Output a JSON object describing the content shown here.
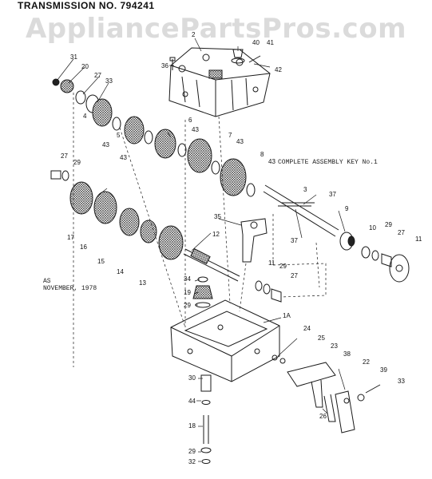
{
  "header": {
    "title": "TRANSMISSION NO. 794241"
  },
  "watermark": {
    "text": "AppliancePartsPros.com"
  },
  "notes": {
    "assembly": "COMPLETE ASSEMBLY KEY No.1",
    "date_line1": "AS",
    "date_line2": "NOVEMBER, 1978"
  },
  "callouts": [
    {
      "id": "c31",
      "text": "31"
    },
    {
      "id": "c20",
      "text": "20"
    },
    {
      "id": "c27a",
      "text": "27"
    },
    {
      "id": "c33a",
      "text": "33"
    },
    {
      "id": "c4",
      "text": "4"
    },
    {
      "id": "c43a",
      "text": "43"
    },
    {
      "id": "c5",
      "text": "5"
    },
    {
      "id": "c43b",
      "text": "43"
    },
    {
      "id": "c36",
      "text": "36"
    },
    {
      "id": "c2",
      "text": "2"
    },
    {
      "id": "c40",
      "text": "40"
    },
    {
      "id": "c41",
      "text": "41"
    },
    {
      "id": "c42",
      "text": "42"
    },
    {
      "id": "c6",
      "text": "6"
    },
    {
      "id": "c43c",
      "text": "43"
    },
    {
      "id": "c7",
      "text": "7"
    },
    {
      "id": "c43d",
      "text": "43"
    },
    {
      "id": "c8",
      "text": "8"
    },
    {
      "id": "c43e",
      "text": "43"
    },
    {
      "id": "c27b",
      "text": "27"
    },
    {
      "id": "c29a",
      "text": "29"
    },
    {
      "id": "c3",
      "text": "3"
    },
    {
      "id": "c37a",
      "text": "37"
    },
    {
      "id": "c9",
      "text": "9"
    },
    {
      "id": "c17",
      "text": "17"
    },
    {
      "id": "c16",
      "text": "16"
    },
    {
      "id": "c15",
      "text": "15"
    },
    {
      "id": "c14",
      "text": "14"
    },
    {
      "id": "c13",
      "text": "13"
    },
    {
      "id": "c35",
      "text": "35"
    },
    {
      "id": "c12",
      "text": "12"
    },
    {
      "id": "c37b",
      "text": "37"
    },
    {
      "id": "c10",
      "text": "10"
    },
    {
      "id": "c29b",
      "text": "29"
    },
    {
      "id": "c27c",
      "text": "27"
    },
    {
      "id": "c11a",
      "text": "11"
    },
    {
      "id": "c11b",
      "text": "11"
    },
    {
      "id": "c29c",
      "text": "29"
    },
    {
      "id": "c27d",
      "text": "27"
    },
    {
      "id": "c34",
      "text": "34"
    },
    {
      "id": "c19",
      "text": "19"
    },
    {
      "id": "c29d",
      "text": "29"
    },
    {
      "id": "c1a",
      "text": "1A"
    },
    {
      "id": "c24",
      "text": "24"
    },
    {
      "id": "c25",
      "text": "25"
    },
    {
      "id": "c23",
      "text": "23"
    },
    {
      "id": "c38",
      "text": "38"
    },
    {
      "id": "c22",
      "text": "22"
    },
    {
      "id": "c39",
      "text": "39"
    },
    {
      "id": "c33b",
      "text": "33"
    },
    {
      "id": "c26",
      "text": "26"
    },
    {
      "id": "c30",
      "text": "30"
    },
    {
      "id": "c44",
      "text": "44"
    },
    {
      "id": "c18",
      "text": "18"
    },
    {
      "id": "c29e",
      "text": "29"
    },
    {
      "id": "c32",
      "text": "32"
    }
  ]
}
